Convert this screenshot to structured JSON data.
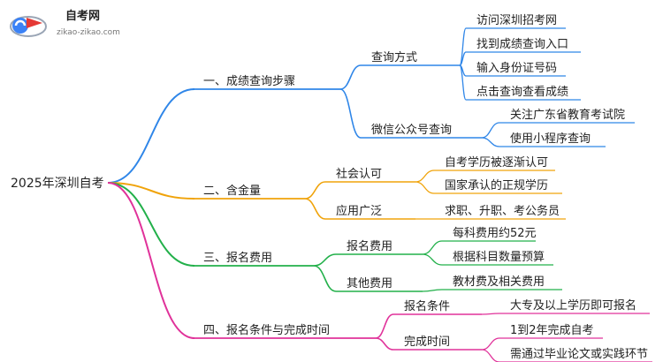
{
  "logo": {
    "name": "自考网",
    "url": "zikao-zikao.com"
  },
  "colors": {
    "branch1": "#2f86e8",
    "branch2": "#f0a30a",
    "branch3": "#22b04a",
    "branch4": "#e0329a",
    "text": "#222222",
    "logo_blue": "#3b82f6",
    "logo_red": "#e53935"
  },
  "mindmap": {
    "root": "2025年深圳自考",
    "branches": [
      {
        "label": "一、成绩查询步骤",
        "children": [
          {
            "label": "查询方式",
            "leaves": [
              "访问深圳招考网",
              "找到成绩查询入口",
              "输入身份证号码",
              "点击查询查看成绩"
            ]
          },
          {
            "label": "微信公众号查询",
            "leaves": [
              "关注广东省教育考试院",
              "使用小程序查询"
            ]
          }
        ]
      },
      {
        "label": "二、含金量",
        "children": [
          {
            "label": "社会认可",
            "leaves": [
              "自考学历被逐渐认可",
              "国家承认的正规学历"
            ]
          },
          {
            "label": "应用广泛",
            "leaves": [
              "求职、升职、考公务员"
            ]
          }
        ]
      },
      {
        "label": "三、报名费用",
        "children": [
          {
            "label": "报名费用",
            "leaves": [
              "每科费用约52元",
              "根据科目数量预算"
            ]
          },
          {
            "label": "其他费用",
            "leaves": [
              "教材费及相关费用"
            ]
          }
        ]
      },
      {
        "label": "四、报名条件与完成时间",
        "children": [
          {
            "label": "报名条件",
            "leaves": [
              "大专及以上学历即可报名"
            ]
          },
          {
            "label": "完成时间",
            "leaves": [
              "1到2年完成自考",
              "需通过毕业论文或实践环节"
            ]
          }
        ]
      }
    ]
  }
}
